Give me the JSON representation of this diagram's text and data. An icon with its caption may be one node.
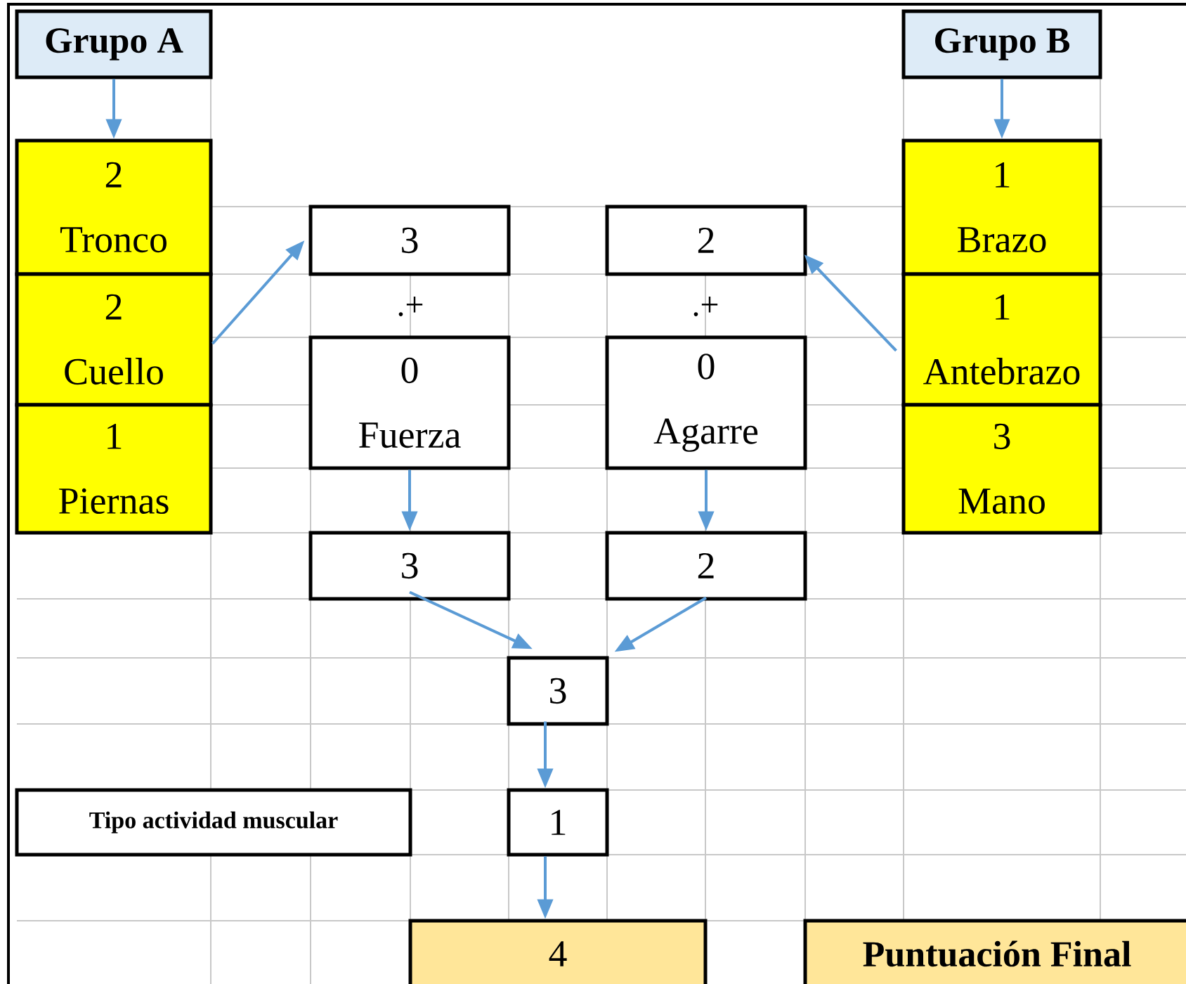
{
  "diagram": {
    "nodes": [
      {
        "text": [
          "Grupo A"
        ]
      },
      {
        "text": [
          "2",
          "Tronco"
        ]
      },
      {
        "text": [
          "2",
          "Cuello"
        ]
      },
      {
        "text": [
          "1",
          "Piernas"
        ]
      },
      {
        "text": [
          "Grupo B"
        ]
      },
      {
        "text": [
          "1",
          "Brazo"
        ]
      },
      {
        "text": [
          "1",
          "Antebrazo"
        ]
      },
      {
        "text": [
          "3",
          "Mano"
        ]
      },
      {
        "text": [
          "3"
        ]
      },
      {
        "text": [
          "2"
        ]
      },
      {
        "text": [
          "0",
          "Fuerza"
        ]
      },
      {
        "text": [
          "0",
          "Agarre"
        ]
      },
      {
        "text": [
          "3"
        ]
      },
      {
        "text": [
          "2"
        ]
      },
      {
        "text": [
          "3"
        ]
      },
      {
        "text": [
          "Tipo actividad muscular"
        ]
      },
      {
        "text": [
          "1"
        ]
      },
      {
        "text": [
          "4"
        ]
      },
      {
        "text": [
          "Puntuación Final"
        ]
      }
    ],
    "edges": [
      {
        "from": 0,
        "to": 1,
        "arrow": "to"
      },
      {
        "from": 4,
        "to": 5,
        "arrow": "to"
      },
      {
        "from": 2,
        "to": 8,
        "arrow": "to"
      },
      {
        "from": 6,
        "to": 9,
        "arrow": "to"
      },
      {
        "from": 10,
        "to": 12,
        "arrow": "to"
      },
      {
        "from": 11,
        "to": 13,
        "arrow": "to"
      },
      {
        "from": 12,
        "to": 14,
        "arrow": "to"
      },
      {
        "from": 13,
        "to": 14,
        "arrow": "to"
      },
      {
        "from": 14,
        "to": 16,
        "arrow": "to"
      },
      {
        "from": 16,
        "to": 17,
        "arrow": "to"
      }
    ],
    "labels": [
      ".+",
      ".+"
    ]
  }
}
